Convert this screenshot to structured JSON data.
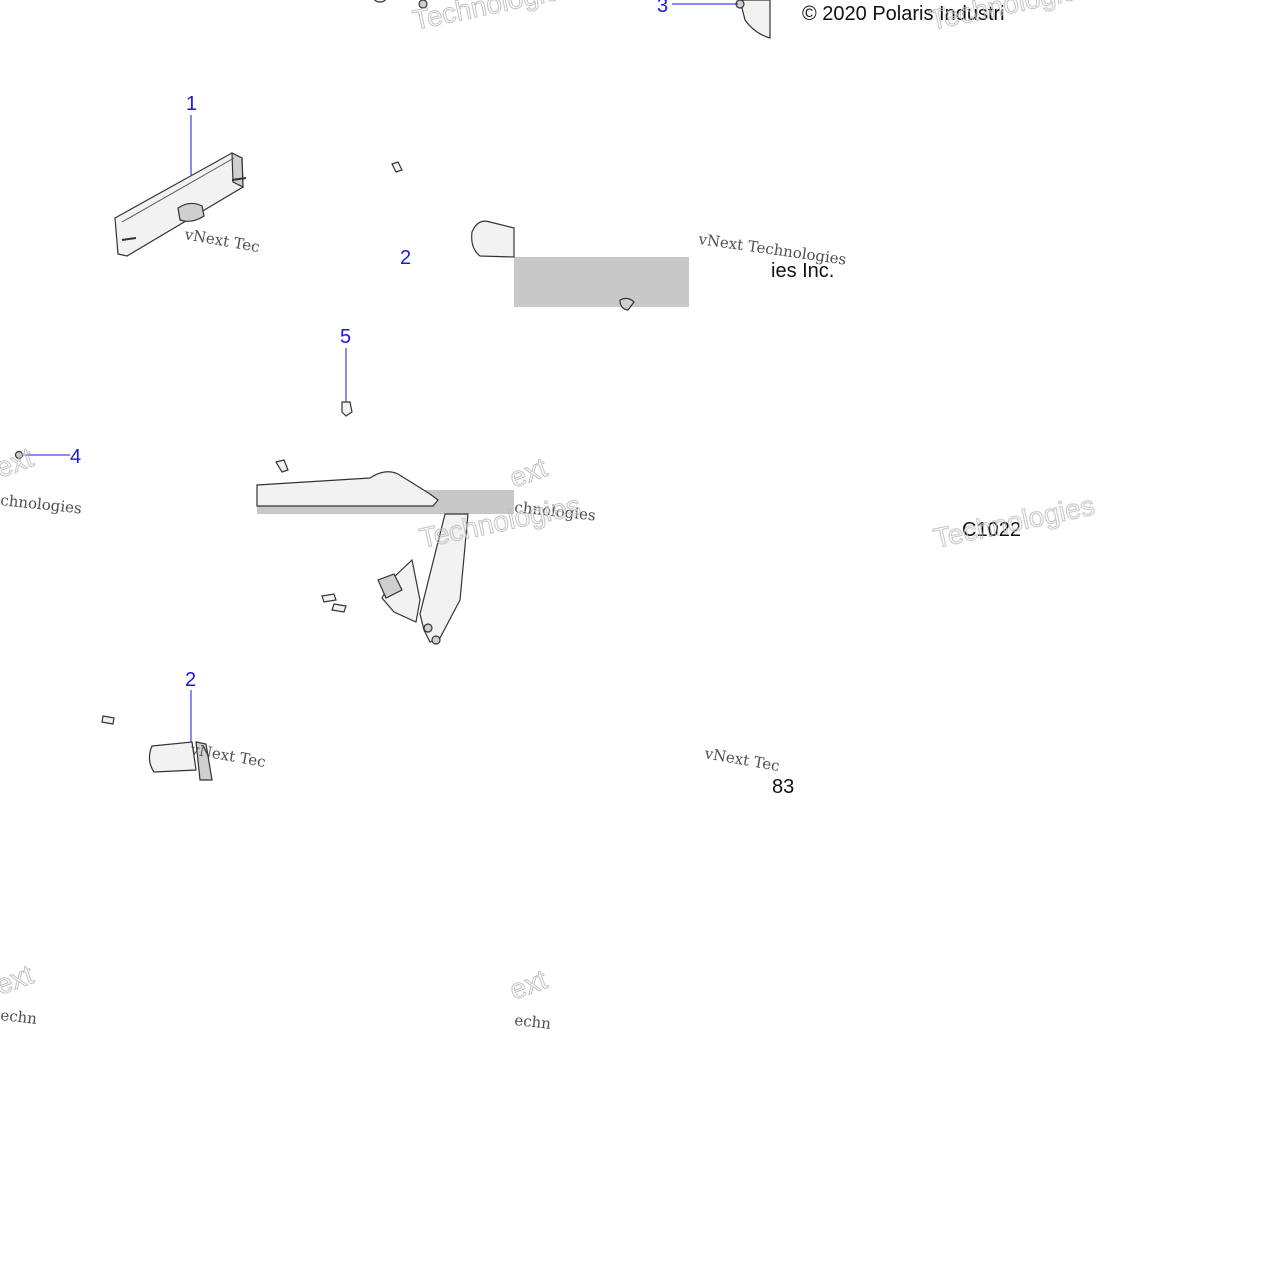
{
  "callouts": {
    "c1": "1",
    "c2": "2",
    "c3": "3",
    "c4": "4",
    "c5": "5"
  },
  "captions": {
    "copyright": "© 2020 Polaris Industri",
    "copyright_tail": "ies Inc.",
    "diagram_code": "C1022",
    "page_number": "83"
  },
  "watermark": {
    "brand_small": "vNext Tec",
    "brand_small_alt": "vNext Technologies",
    "brand_large": "Technologies",
    "brand_fragment_next": "ext",
    "brand_fragment_chn": "chnologies",
    "brand_fragment_echn": "echn"
  },
  "colors": {
    "callout": "#1a1adf",
    "gray_block": "#c8c8c8"
  }
}
